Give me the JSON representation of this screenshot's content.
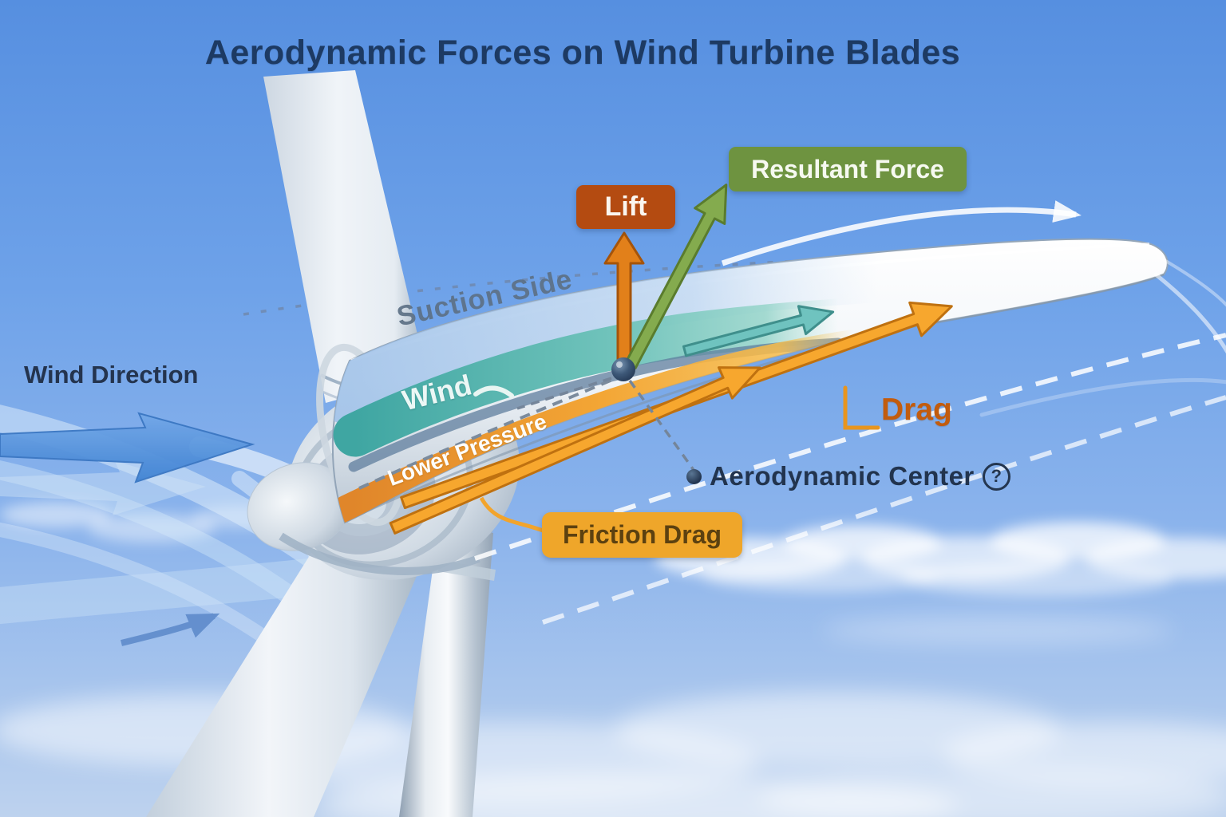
{
  "title": "Aerodynamic Forces on Wind Turbine Blades",
  "labels": {
    "wind_direction": "Wind Direction",
    "suction_side": "Suction Side",
    "wind": "Wind",
    "lower_pressure": "Lower Pressure",
    "lift": "Lift",
    "resultant_force": "Resultant Force",
    "drag": "Drag",
    "aerodynamic_center": "Aerodynamic Center",
    "friction_drag": "Friction Drag",
    "question_mark": "?"
  },
  "colors": {
    "sky_top": "#568fe0",
    "sky_bottom": "#bdd2ee",
    "title_text": "#1d3a63",
    "navy_text": "#24344e",
    "lift_box": "#b44b11",
    "lift_arrow": "#e2801a",
    "resultant_box": "#6e9340",
    "resultant_arrow": "#84ab4e",
    "drag_text": "#c25c0e",
    "drag_arrows": "#f7a72e",
    "friction_box": "#efa62a",
    "friction_text": "#5c4110",
    "teal_band": "#48aca8",
    "orange_band": "#f3a635",
    "suction_band": "#aecbee",
    "wind_arrow": "#4a8ad6",
    "suction_side_text": "#5d7085"
  },
  "diagram": {
    "type": "annotated-illustration",
    "subject": "aerodynamic forces acting on a wind turbine blade cross-section",
    "annotations": [
      "Lift force arrow pointing up from the aerodynamic center",
      "Resultant Force arrow pointing diagonally up-right",
      "Drag arrows pointing along the blade toward the tip",
      "Friction Drag callout attached to the lower pressure surface",
      "Wind Direction arrow entering from the left",
      "Suction Side marked on the upper blade surface",
      "Lower Pressure band on the underside of the blade",
      "Aerodynamic Center point marked on the blade chord"
    ]
  }
}
